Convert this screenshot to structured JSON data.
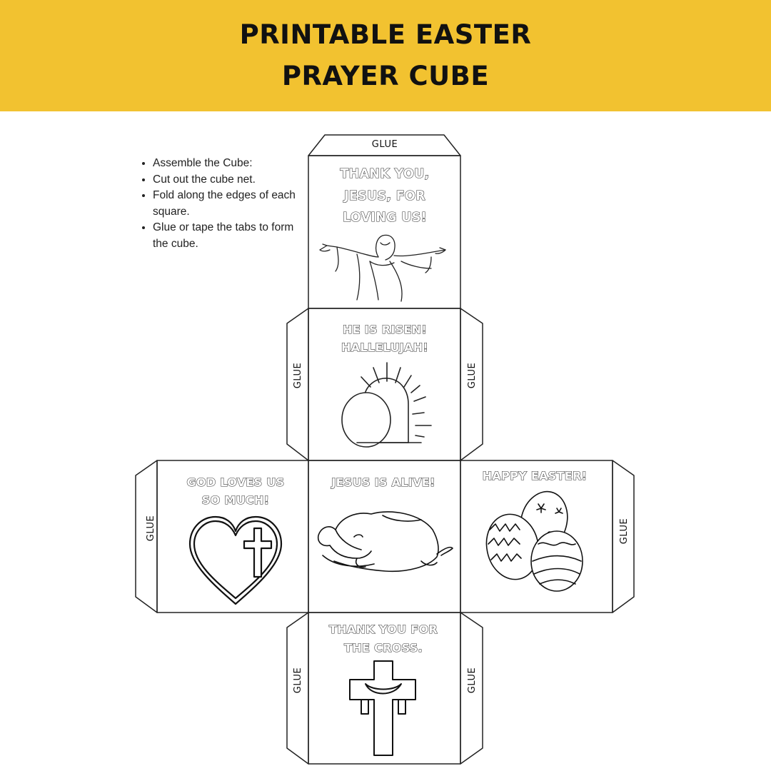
{
  "header": {
    "title_line1": "PRINTABLE EASTER",
    "title_line2": "PRAYER CUBE",
    "background_color": "#f2c230"
  },
  "instructions": [
    "Assemble the Cube:",
    "Cut out the cube net.",
    "Fold along the edges of each square.",
    "Glue or tape the tabs to form the cube."
  ],
  "glue_label": "GLUE",
  "faces": {
    "top": {
      "lines": [
        "THANK YOU,",
        "JESUS, FOR",
        "LOVING US!"
      ],
      "icon": "jesus-open-arms-icon"
    },
    "upper": {
      "lines": [
        "HE IS RISEN!",
        "HALLELUJAH!"
      ],
      "icon": "empty-tomb-icon"
    },
    "left": {
      "lines": [
        "GOD LOVES US",
        "SO MUCH!"
      ],
      "icon": "heart-cross-icon"
    },
    "center": {
      "lines": [
        "JESUS IS ALIVE!"
      ],
      "icon": "lamb-icon"
    },
    "right": {
      "lines": [
        "HAPPY EASTER!"
      ],
      "icon": "easter-eggs-icon"
    },
    "bottom": {
      "lines": [
        "THANK YOU FOR",
        "THE CROSS."
      ],
      "icon": "cross-icon"
    }
  }
}
